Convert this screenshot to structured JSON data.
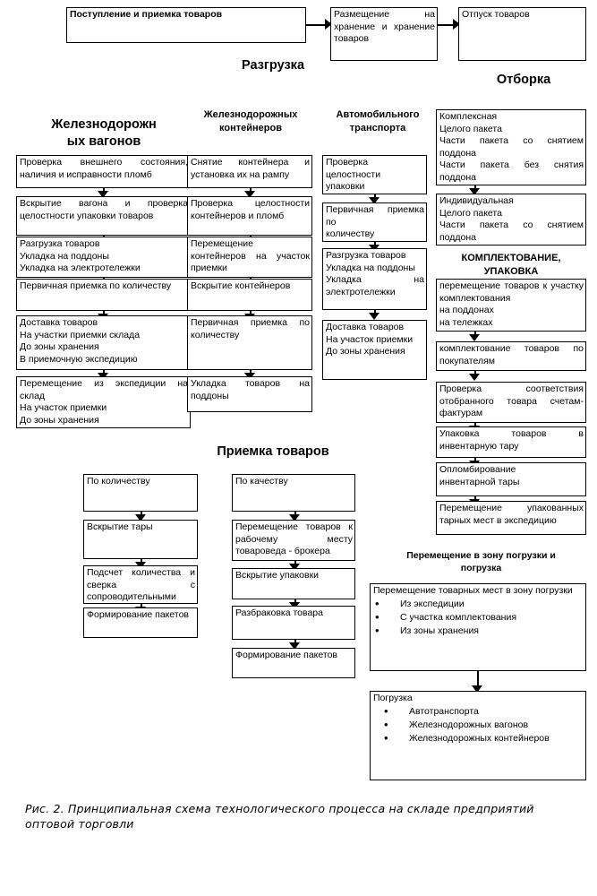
{
  "figure": {
    "caption": "Рис. 2. Принципиальная схема технологического процесса на складе предприятий оптовой торговли"
  },
  "top_flow": {
    "boxes": [
      {
        "id": "postuplenie",
        "text": "Поступление и приемка товаров"
      },
      {
        "id": "razmeschenie",
        "lines": [
          "Размещение на",
          "хранение и хранение",
          "товаров"
        ]
      },
      {
        "id": "otpusk",
        "text": "Отпуск товаров"
      }
    ],
    "stage_labels": [
      {
        "id": "razgruzka",
        "text": "Разгрузка"
      },
      {
        "id": "otborka",
        "text": "Отборка"
      }
    ]
  },
  "columns": [
    {
      "id": "rail-wagons",
      "header": "Железнодорожн ых вагонов",
      "header_lines": [
        "Железнодорожн",
        "ых вагонов"
      ],
      "steps": [
        {
          "lines": [
            "Проверка внешнего состояния,",
            "наличия и исправности пломб"
          ]
        },
        {
          "lines": [
            "Вскрытие вагона и проверка",
            "целостности упаковки товаров"
          ]
        },
        {
          "lines": [
            "Разгрузка товаров",
            "Укладка на поддоны",
            "Укладка на электротележки"
          ]
        },
        {
          "lines": [
            "Первичная приемка по количеству"
          ]
        },
        {
          "lines": [
            "Доставка товаров",
            "На участки приемки склада",
            "До зоны хранения",
            "В приемочную экспедицию"
          ]
        },
        {
          "lines": [
            "Перемещение из экспедиции на склад",
            "На участок приемки",
            "До зоны хранения"
          ]
        }
      ]
    },
    {
      "id": "rail-containers",
      "header": "Железнодорожных контейнеров",
      "header_lines": [
        "Железнодорожных",
        "контейнеров"
      ],
      "steps": [
        {
          "lines": [
            "Снятие контейнера и",
            "установка их на рампу"
          ]
        },
        {
          "lines": [
            "Проверка целостности",
            "контейнеров и пломб"
          ]
        },
        {
          "lines": [
            "Перемещение",
            "контейнеров на участок",
            "приемки"
          ]
        },
        {
          "lines": [
            "Вскрытие контейнеров"
          ]
        },
        {
          "lines": [
            "Первичная приемка по",
            "количеству"
          ]
        },
        {
          "lines": [
            "Укладка товаров на",
            "поддоны"
          ]
        }
      ]
    },
    {
      "id": "auto-transport",
      "header": "Автомобильного транспорта",
      "header_lines": [
        "Автомобильного",
        "транспорта"
      ],
      "steps": [
        {
          "lines": [
            "Проверка целостности",
            "упаковки"
          ]
        },
        {
          "lines": [
            "Первичная приемка по",
            "количеству"
          ]
        },
        {
          "lines": [
            "Разгрузка товаров",
            "Укладка на поддоны",
            "Укладка на",
            "электротележки"
          ]
        },
        {
          "lines": [
            "Доставка товаров",
            "На участок приемки",
            "До зоны хранения"
          ]
        }
      ]
    }
  ],
  "right_column": {
    "selection_boxes": [
      {
        "lines": [
          "Комплексная",
          "Целого пакета",
          "Части пакета со снятием поддона",
          "Части пакета без снятия поддона"
        ]
      },
      {
        "lines": [
          "Индивидуальная",
          "Целого пакета",
          "Части пакета со снятием поддона"
        ]
      }
    ],
    "picking_header": "КОМПЛЕКТОВАНИЕ, УПАКОВКА",
    "picking_header_lines": [
      "КОМПЛЕКТОВАНИЕ,",
      "УПАКОВКА"
    ],
    "picking_steps": [
      {
        "lines": [
          "перемещение товаров к участку комплектования",
          "на поддонах",
          "на тележках"
        ]
      },
      {
        "lines": [
          "комплектование товаров по покупателям"
        ]
      },
      {
        "lines": [
          "Проверка соответствия отобранного товара счетам-фактурам"
        ]
      },
      {
        "lines": [
          "Упаковка товаров в инвентарную тару"
        ]
      },
      {
        "lines": [
          "Опломбирование",
          "инвентарной тары"
        ]
      },
      {
        "lines": [
          "Перемещение упакованных тарных мест в экспедицию"
        ]
      }
    ]
  },
  "acceptance": {
    "header": "Приемка товаров",
    "by_quantity": {
      "steps": [
        {
          "lines": [
            "По количеству"
          ]
        },
        {
          "lines": [
            "Вскрытие тары"
          ]
        },
        {
          "lines": [
            "Подсчет количества и сверка с сопроводительными"
          ]
        },
        {
          "lines": [
            "Формирование пакетов"
          ]
        }
      ]
    },
    "by_quality": {
      "steps": [
        {
          "lines": [
            "По качеству"
          ]
        },
        {
          "lines": [
            "Перемещение товаров к рабочему месту товароведа - брокера"
          ]
        },
        {
          "lines": [
            "Вскрытие упаковки"
          ]
        },
        {
          "lines": [
            "Разбраковка товара"
          ]
        },
        {
          "lines": [
            "Формирование пакетов"
          ]
        }
      ]
    }
  },
  "loading_zone": {
    "header": "Перемещение в зону погрузки и погрузка",
    "header_lines": [
      "Перемещение в зону погрузки и",
      "погрузка"
    ],
    "move_box": {
      "title": "Перемещение товарных мест в зону погрузки",
      "bullets": [
        "Из экспедиции",
        "С участка комплектования",
        "Из зоны хранения"
      ]
    },
    "load_box": {
      "title": "Погрузка",
      "bullets": [
        "Автотранспорта",
        "Железнодорожных вагонов",
        "Железнодорожных контейнеров"
      ]
    }
  },
  "colors": {
    "stroke": "#000000",
    "background": "#ffffff",
    "text": "#000000"
  }
}
